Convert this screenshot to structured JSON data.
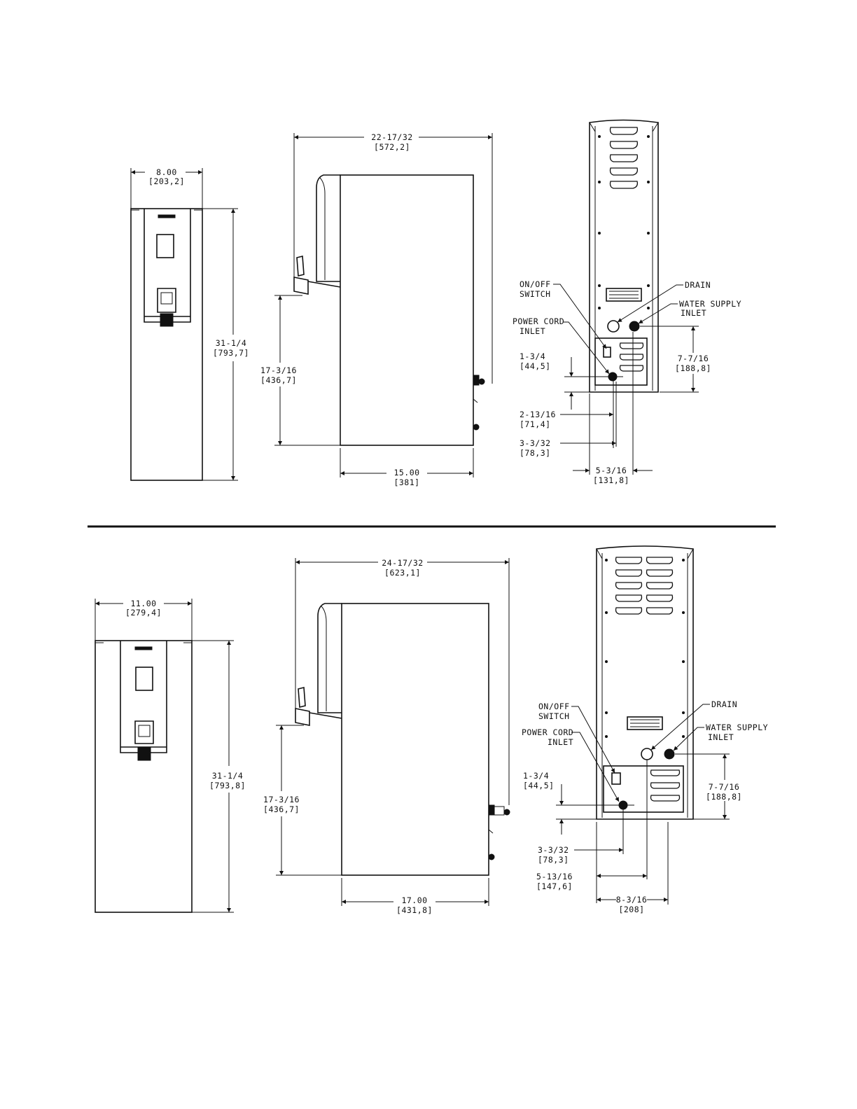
{
  "top": {
    "front_width": "8.00",
    "front_width_mm": "[203,2]",
    "height": "31-1/4",
    "height_mm": "[793,7]",
    "depth_overall": "22-17/32",
    "depth_overall_mm": "[572,2]",
    "spout_height": "17-3/16",
    "spout_height_mm": "[436,7]",
    "base_depth": "15.00",
    "base_depth_mm": "[381]",
    "rear_labels": {
      "onoff_1": "ON/OFF",
      "onoff_2": "SWITCH",
      "power_1": "POWER CORD",
      "power_2": "INLET",
      "drain": "DRAIN",
      "water_1": "WATER SUPPLY",
      "water_2": "INLET"
    },
    "d1": "1-3/4",
    "d1_mm": "[44,5]",
    "d2": "2-13/16",
    "d2_mm": "[71,4]",
    "d3": "3-3/32",
    "d3_mm": "[78,3]",
    "d4": "5-3/16",
    "d4_mm": "[131,8]",
    "d5": "7-7/16",
    "d5_mm": "[188,8]"
  },
  "bottom": {
    "front_width": "11.00",
    "front_width_mm": "[279,4]",
    "height": "31-1/4",
    "height_mm": "[793,8]",
    "depth_overall": "24-17/32",
    "depth_overall_mm": "[623,1]",
    "spout_height": "17-3/16",
    "spout_height_mm": "[436,7]",
    "base_depth": "17.00",
    "base_depth_mm": "[431,8]",
    "rear_labels": {
      "onoff_1": "ON/OFF",
      "onoff_2": "SWITCH",
      "power_1": "POWER CORD",
      "power_2": "INLET",
      "drain": "DRAIN",
      "water_1": "WATER SUPPLY",
      "water_2": "INLET"
    },
    "d1": "1-3/4",
    "d1_mm": "[44,5]",
    "d3": "3-3/32",
    "d3_mm": "[78,3]",
    "d4": "5-13/16",
    "d4_mm": "[147,6]",
    "d5": "7-7/16",
    "d5_mm": "[188,8]",
    "d6": "8-3/16",
    "d6_mm": "[208]"
  }
}
